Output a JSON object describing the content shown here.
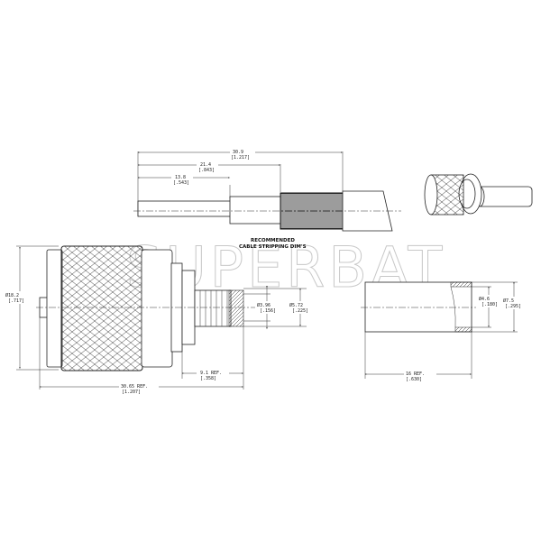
{
  "watermark": "SUPERBAT",
  "note": {
    "line1": "RECOMMENDED",
    "line2": "CABLE STRIPPING DIM'S"
  },
  "stripping_dims": {
    "overall": {
      "mm": "30.9",
      "inch": "[1.217]"
    },
    "middle": {
      "mm": "21.4",
      "inch": "[.843]"
    },
    "inner": {
      "mm": "13.8",
      "inch": "[.543]"
    }
  },
  "connector_dims": {
    "diameter_body": {
      "mm": "Ø18.2",
      "inch": "[.717]"
    },
    "diameter_pin": {
      "mm": "Ø3.96",
      "inch": "[.156]"
    },
    "diameter_crimp": {
      "mm": "Ø5.72",
      "inch": "[.225]"
    },
    "crimp_length": {
      "mm": "9.1  REF.",
      "inch": "[.358]"
    },
    "overall_length": {
      "mm": "30.65  REF.",
      "inch": "[1.207]"
    }
  },
  "ferrule_dims": {
    "inner_diameter": {
      "mm": "Ø4.6",
      "inch": "[.180]"
    },
    "outer_diameter": {
      "mm": "Ø7.5",
      "inch": "[.295]"
    },
    "length": {
      "mm": "16  REF.",
      "inch": "[.630]"
    }
  }
}
